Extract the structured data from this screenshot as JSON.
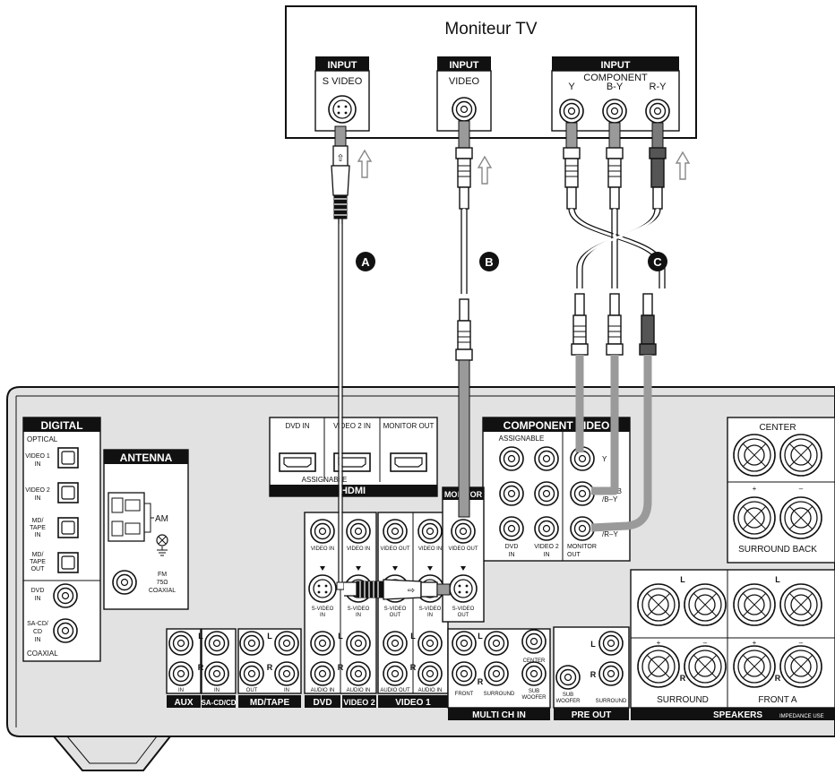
{
  "tv": {
    "title": "Moniteur TV",
    "svideo_tag": "INPUT",
    "svideo_label": "S VIDEO",
    "video_tag": "INPUT",
    "video_label": "VIDEO",
    "component_tag": "INPUT",
    "component_label": "COMPONENT",
    "y_label": "Y",
    "by_label": "B-Y",
    "ry_label": "R-Y"
  },
  "cables": {
    "a": "A",
    "b": "B",
    "c": "C"
  },
  "receiver": {
    "digital": {
      "title": "DIGITAL",
      "optical": "OPTICAL",
      "video1_in": [
        "VIDEO 1",
        "IN"
      ],
      "video2_in": [
        "VIDEO 2",
        "IN"
      ],
      "md_tape_in": [
        "MD/",
        "TAPE",
        "IN"
      ],
      "md_tape_out": [
        "MD/",
        "TAPE",
        "OUT"
      ],
      "dvd_in": [
        "DVD",
        "IN"
      ],
      "sacd_in": [
        "SA-CD/",
        "CD",
        "IN"
      ],
      "coaxial": "COAXIAL"
    },
    "antenna": {
      "title": "ANTENNA",
      "am": "AM",
      "fm": [
        "FM",
        "75Ω",
        "COAXIAL"
      ]
    },
    "hdmi": {
      "dvd_in": "DVD IN",
      "video2_in": "VIDEO 2 IN",
      "monitor_out": "MONITOR OUT",
      "assignable": "ASSIGNABLE",
      "title": "HDMI"
    },
    "component_video": {
      "title": "COMPONENT VIDEO",
      "assignable": "ASSIGNABLE",
      "y": "Y",
      "pb": [
        "PB/CB",
        "/B–Y"
      ],
      "pr": [
        "PR/CR",
        "/R–Y"
      ],
      "dvd_in": [
        "DVD",
        "IN"
      ],
      "video2_in": [
        "VIDEO 2",
        "IN"
      ],
      "monitor_out": [
        "MONITOR",
        "OUT"
      ]
    },
    "video": {
      "video_in": "VIDEO IN",
      "video_out": "VIDEO OUT",
      "s_video_in": [
        "S-VIDEO",
        "IN"
      ],
      "s_video_out": [
        "S-VIDEO",
        "OUT"
      ],
      "monitor": "MONITOR"
    },
    "audio": {
      "l": "L",
      "r": "R",
      "in": "IN",
      "out": "OUT",
      "audio_in": "AUDIO IN",
      "audio_out": "AUDIO OUT",
      "aux": "AUX",
      "sacd": "SA-CD/CD",
      "md_tape": "MD/TAPE",
      "dvd": "DVD",
      "video2": "VIDEO 2",
      "video1": "VIDEO 1"
    },
    "multi_ch": {
      "title": "MULTI CH IN",
      "front": "FRONT",
      "surround": "SURROUND",
      "center": "CENTER",
      "sub_woofer": [
        "SUB",
        "WOOFER"
      ]
    },
    "pre_out": {
      "title": "PRE OUT",
      "sub_woofer": [
        "SUB",
        "WOOFER"
      ],
      "surround": "SURROUND"
    },
    "speakers": {
      "center": "CENTER",
      "surround_back": "SURROUND BACK",
      "surround": "SURROUND",
      "front_a": "FRONT A",
      "title": "SPEAKERS",
      "impedance": "IMPEDANCE USE",
      "plus": "+",
      "minus": "–"
    }
  }
}
